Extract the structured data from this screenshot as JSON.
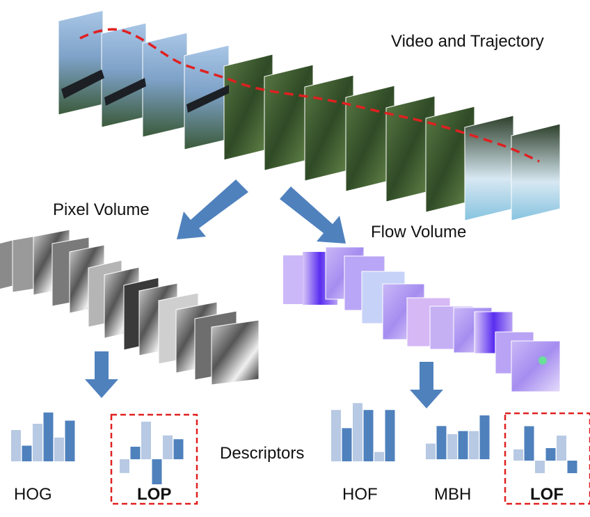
{
  "labels": {
    "video_trajectory": "Video and Trajectory",
    "pixel_volume": "Pixel Volume",
    "flow_volume": "Flow Volume",
    "descriptors": "Descriptors",
    "hog": "HOG",
    "lop": "LOP",
    "hof": "HOF",
    "mbh": "MBH",
    "lof": "LOF"
  },
  "colors": {
    "bar_dark": "#4f81bd",
    "bar_light": "#b7c9e3",
    "trajectory": "#e02020",
    "highlight_box": "#e02020",
    "arrow": "#4f81bd"
  },
  "histograms": {
    "hog": [
      0.5,
      0.25,
      0.6,
      0.78,
      0.38,
      0.65
    ],
    "lop": [
      -0.22,
      0.2,
      0.6,
      -0.4,
      0.38,
      0.32
    ],
    "hof": [
      0.82,
      0.53,
      0.93,
      0.82,
      0.15,
      0.82
    ],
    "mbh": [
      0.25,
      0.53,
      0.4,
      0.45,
      0.45,
      0.7
    ],
    "lof": [
      0.18,
      0.55,
      -0.2,
      0.2,
      0.4,
      -0.2
    ]
  }
}
